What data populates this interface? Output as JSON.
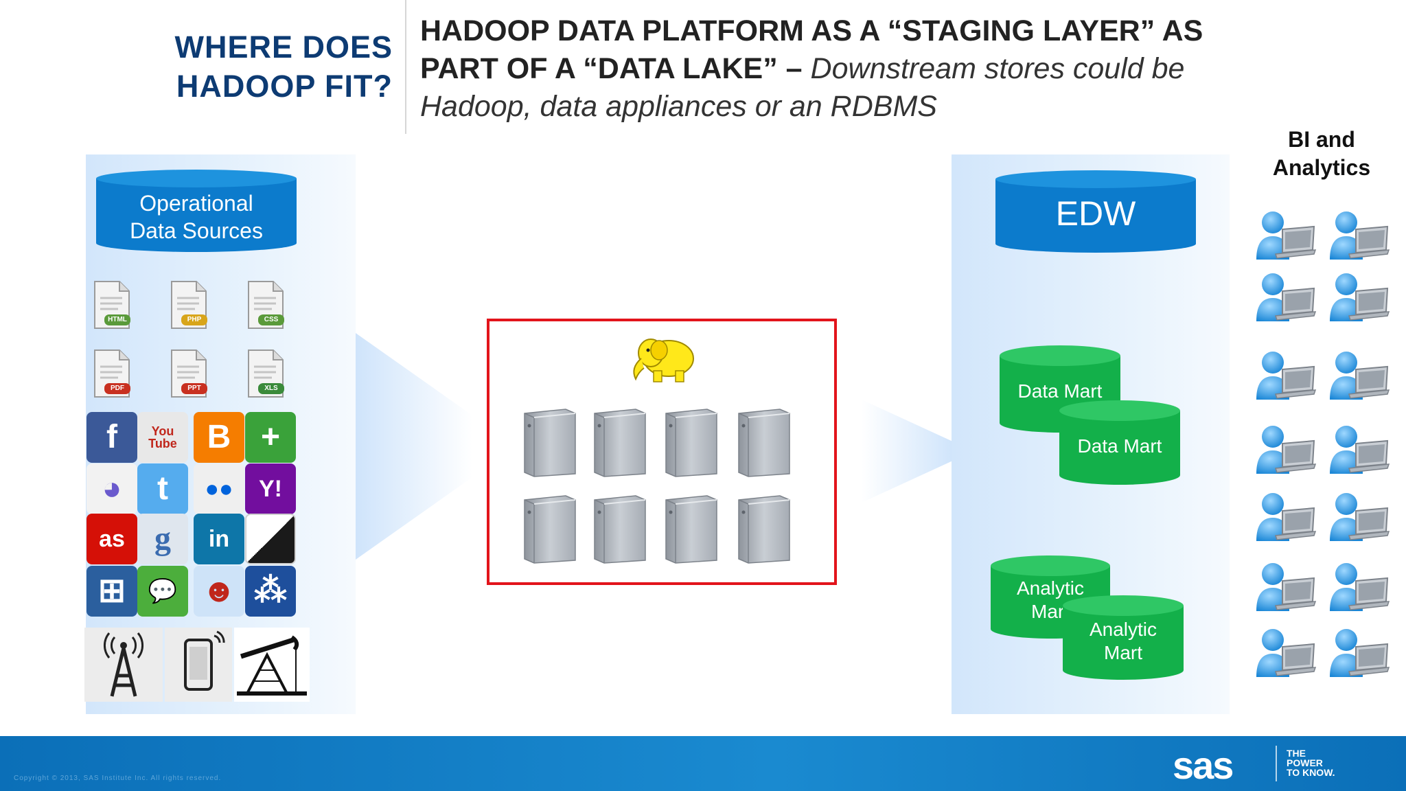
{
  "header": {
    "left_title": [
      "WHERE DOES",
      "HADOOP FIT?"
    ],
    "right_title_bold_1": "HADOOP DATA PLATFORM AS A “STAGING LAYER” AS",
    "right_title_bold_2": "PART OF A “DATA LAKE” –",
    "right_title_italic_1": "Downstream stores could be",
    "right_title_italic_2": "Hadoop, data appliances or an RDBMS"
  },
  "sources": {
    "title": [
      "Operational",
      "Data Sources"
    ],
    "documents": [
      "HTML",
      "PHP",
      "CSS",
      "PDF",
      "PPT",
      "XLS"
    ],
    "apps": [
      {
        "name": "facebook",
        "glyph": "f",
        "color": "#3b5998"
      },
      {
        "name": "youtube",
        "glyph": "You Tube",
        "color": "#e8e8e8"
      },
      {
        "name": "blogger",
        "glyph": "B",
        "color": "#f57d00"
      },
      {
        "name": "google-plus",
        "glyph": "+",
        "color": "#3aa23a"
      },
      {
        "name": "picasa",
        "glyph": "◕",
        "color": "#f2f2f2"
      },
      {
        "name": "twitter",
        "glyph": "t",
        "color": "#55acee"
      },
      {
        "name": "flickr",
        "glyph": "●●",
        "color": "#efefef"
      },
      {
        "name": "yahoo",
        "glyph": "Y!",
        "color": "#720e9e"
      },
      {
        "name": "lastfm",
        "glyph": "as",
        "color": "#d51007"
      },
      {
        "name": "google",
        "glyph": "g",
        "color": "#dfe6ee"
      },
      {
        "name": "linkedin",
        "glyph": "in",
        "color": "#0e76a8"
      },
      {
        "name": "delicious",
        "glyph": "",
        "color": "#ffffff"
      },
      {
        "name": "network",
        "glyph": "⊞",
        "color": "#2b5f9e"
      },
      {
        "name": "chat",
        "glyph": "💬",
        "color": "#4cae3c"
      },
      {
        "name": "reddit",
        "glyph": "☻",
        "color": "#cee3f8"
      },
      {
        "name": "myspace",
        "glyph": "⁂",
        "color": "#1e4f9c"
      }
    ],
    "devices": [
      "cell-tower",
      "smartphone",
      "oil-pump"
    ]
  },
  "hadoop": {
    "logo": "hadoop-elephant-logo",
    "servers": 8
  },
  "stores": {
    "edw": "EDW",
    "data_mart_1": "Data Mart",
    "data_mart_2": "Data Mart",
    "analytic_mart_1": [
      "Analytic",
      "Mart"
    ],
    "analytic_mart_2": [
      "Analytic",
      "Mart"
    ]
  },
  "consumers": {
    "title": [
      "BI and",
      "Analytics"
    ],
    "users": 14
  },
  "footer": {
    "copyright": "Copyright © 2013, SAS Institute Inc. All rights reserved.",
    "logo": "sas",
    "tagline": [
      "THE",
      "POWER",
      "TO KNOW."
    ]
  },
  "colors": {
    "title_blue": "#0d3b73",
    "cylinder_blue": "#0c7bcc",
    "cylinder_green": "#13b04a",
    "box_red": "#e2141b",
    "footer_blue": "#0b6fb8"
  }
}
